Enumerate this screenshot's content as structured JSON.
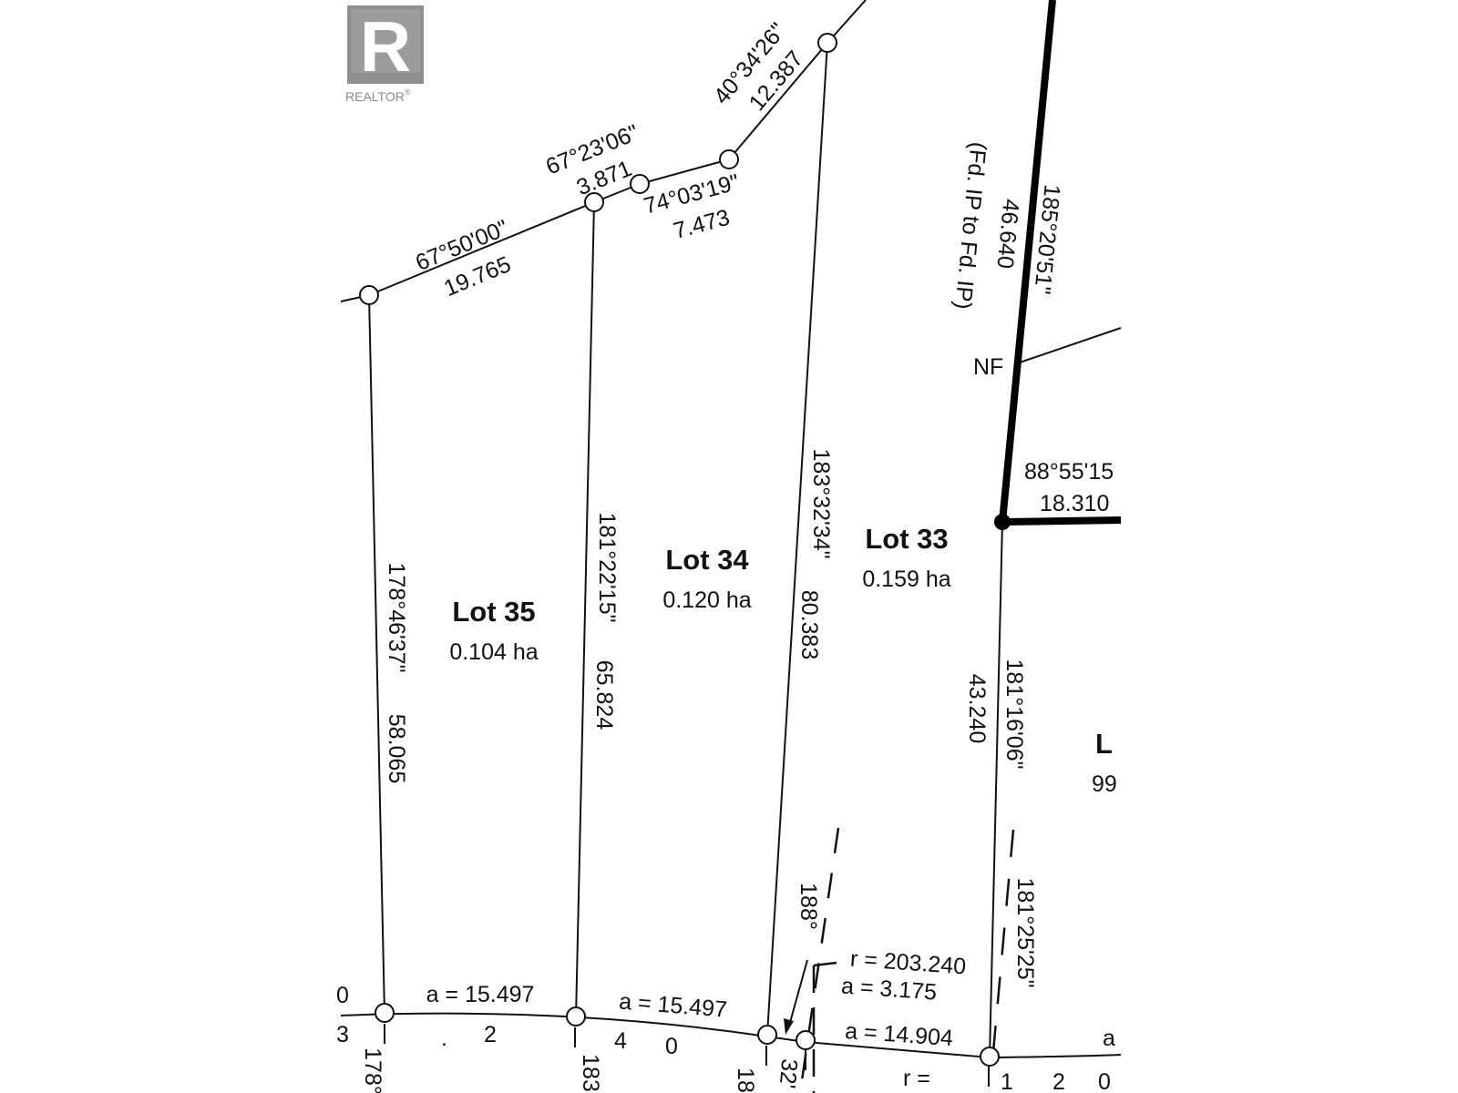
{
  "brand": {
    "logo_letter": "R",
    "logo_text": "REALTOR",
    "logo_reg": "®"
  },
  "lots": {
    "lot35": {
      "name": "Lot 35",
      "area": "0.104 ha"
    },
    "lot34": {
      "name": "Lot 34",
      "area": "0.120 ha"
    },
    "lot33": {
      "name": "Lot 33",
      "area": "0.159 ha"
    },
    "lot_right": {
      "name": "L",
      "area": "99"
    }
  },
  "north_boundary": {
    "seg1_bearing": "67°50'00\"",
    "seg1_distance": "19.765",
    "seg2_bearing": "67°23'06\"",
    "seg2_distance": "3.871",
    "seg3_bearing": "74°03'19\"",
    "seg3_distance": "7.473",
    "seg4_bearing": "40°34'26\"",
    "seg4_distance": "12.387"
  },
  "lot_lines": {
    "lot35_west_bearing": "178°46'37\"",
    "lot35_west_distance": "58.065",
    "lot34_west_bearing": "181°22'15\"",
    "lot34_west_distance": "65.824",
    "lot33_west_bearing": "183°32'34\"",
    "lot33_west_distance": "80.383",
    "lot33_east_bearing": "181°16'06\"",
    "lot33_east_distance": "43.240"
  },
  "heavy_line": {
    "bearing": "185°20'51\"",
    "distance": "46.640",
    "note": "(Fd. IP to Fd. IP)",
    "nf_label": "NF",
    "east_bearing": "88°55'15",
    "east_distance": "18.310"
  },
  "dashed_lines": {
    "right_bearing": "181°25'25\"",
    "left_bearing": "188°"
  },
  "road_curve": {
    "arc1": "a = 15.497",
    "arc2": "a = 15.497",
    "radius": "r = 203.240",
    "arc_small": "a = 3.175",
    "arc3": "a = 14.904",
    "arc_right_partial": "a",
    "radius_partial": "r  =",
    "digits_left": [
      "0",
      "3",
      "2",
      ".",
      "4",
      "0"
    ],
    "digits_right": [
      "1",
      "2",
      "0"
    ],
    "bottom_partials": [
      "178°",
      "183",
      "18",
      "32'"
    ]
  }
}
